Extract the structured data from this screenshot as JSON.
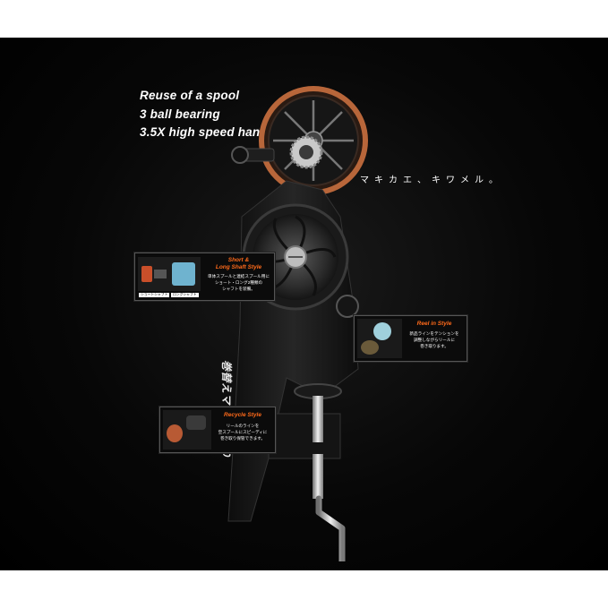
{
  "features": [
    "Reuse of a spool",
    "3 ball bearing",
    "3.5X high speed handle"
  ],
  "tagline_jp": "マキカエ、キワメル。",
  "brand_vertical": "巻替えマシーン 2.0",
  "cards": {
    "shaft": {
      "title_line1": "Short &",
      "title_line2": "Long Shaft Style",
      "desc_line1": "単体スプールと連結スプール用に",
      "desc_line2": "ショート・ロング2種類の",
      "desc_line3": "シャフトを装備。",
      "label_short": "ショートシャフト",
      "label_long": "ロングシャフト"
    },
    "reel": {
      "title": "Reel in Style",
      "desc_line1": "新品ラインをテンションを",
      "desc_line2": "調整しながらリールに",
      "desc_line3": "巻き取ります。"
    },
    "recycle": {
      "title": "Recycle Style",
      "desc_line1": "リールのラインを",
      "desc_line2": "空スプールにスピーディに",
      "desc_line3": "巻き取り保管できます。"
    }
  },
  "colors": {
    "background": "#000000",
    "accent": "#ff6a1a",
    "spool_rim": "#b8663a",
    "metal": "#c9c9c9"
  },
  "icons": {
    "spool": "spool-icon",
    "gear": "gear-icon",
    "turbine": "turbine-icon",
    "clamp": "clamp-icon",
    "handle": "crank-handle-icon"
  }
}
